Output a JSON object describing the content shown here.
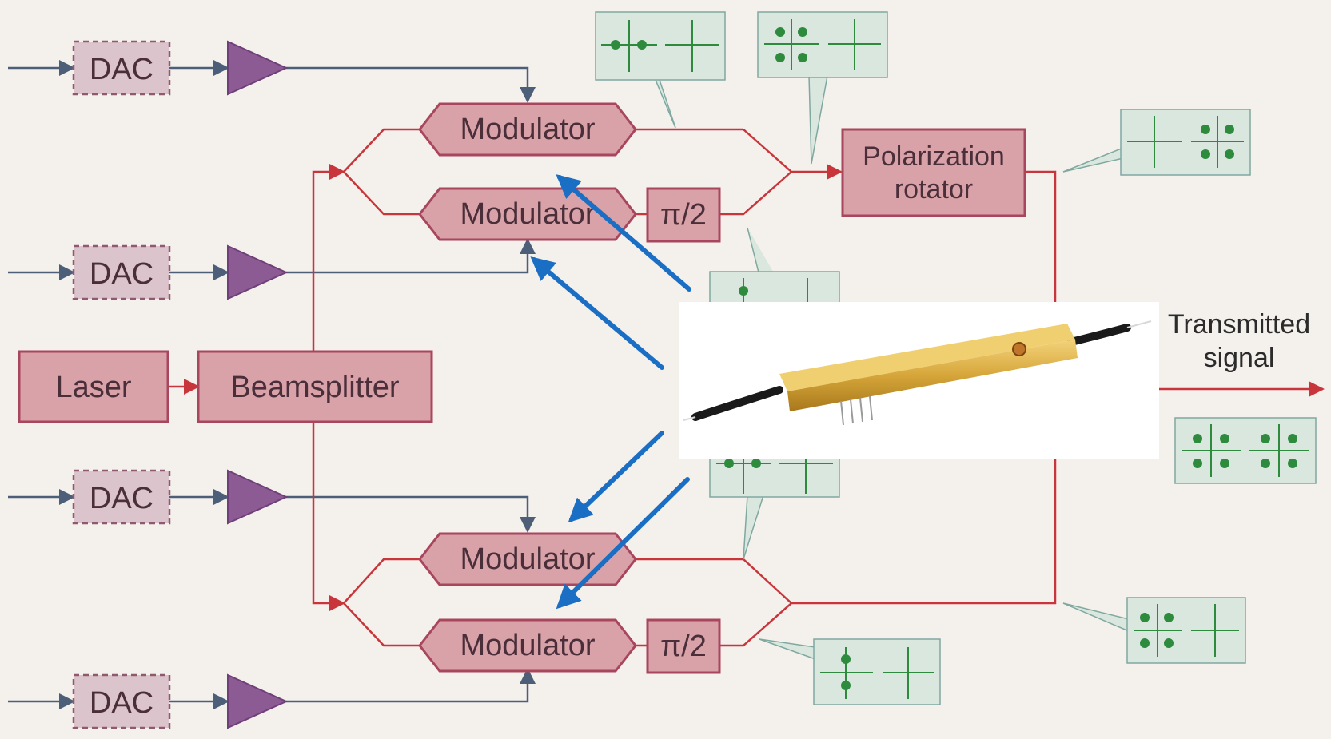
{
  "dac_label": "DAC",
  "laser_label": "Laser",
  "beamsplitter_label": "Beamsplitter",
  "modulator_label": "Modulator",
  "phase_label": "π/2",
  "polarization_line1": "Polarization",
  "polarization_line2": "rotator",
  "output_line1": "Transmitted",
  "output_line2": "signal",
  "colors": {
    "background": "#f4f0ec",
    "box_fill": "#d9a1a8",
    "box_stroke": "#a8465e",
    "optical_line": "#c8353b",
    "electrical_line": "#4d5f78",
    "amplifier": "#8c5b94",
    "dac_fill": "#dcc4cc",
    "constellation_fill": "#d9e7df",
    "constellation_line": "#2e8a3d",
    "arrow": "#1a6fc4"
  },
  "icons": [
    "dac-block",
    "amplifier-triangle",
    "modulator-hexagon",
    "constellation-diagram",
    "modulator-device-photo"
  ]
}
